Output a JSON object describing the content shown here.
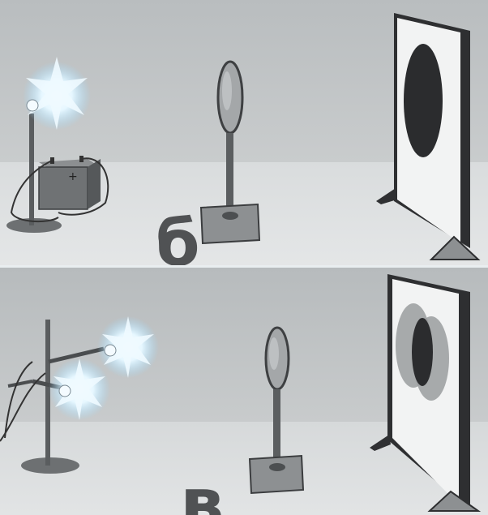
{
  "panels": [
    {
      "id": "b",
      "letter": "б"
    },
    {
      "id": "v",
      "letter": "в"
    }
  ],
  "colors": {
    "wall": "#c5c9cb",
    "floor": "#dfe2e3",
    "light_glow": "#bfeaff",
    "screen_shadow": "#2f2f31",
    "penumbra": "#8a8c8f"
  }
}
